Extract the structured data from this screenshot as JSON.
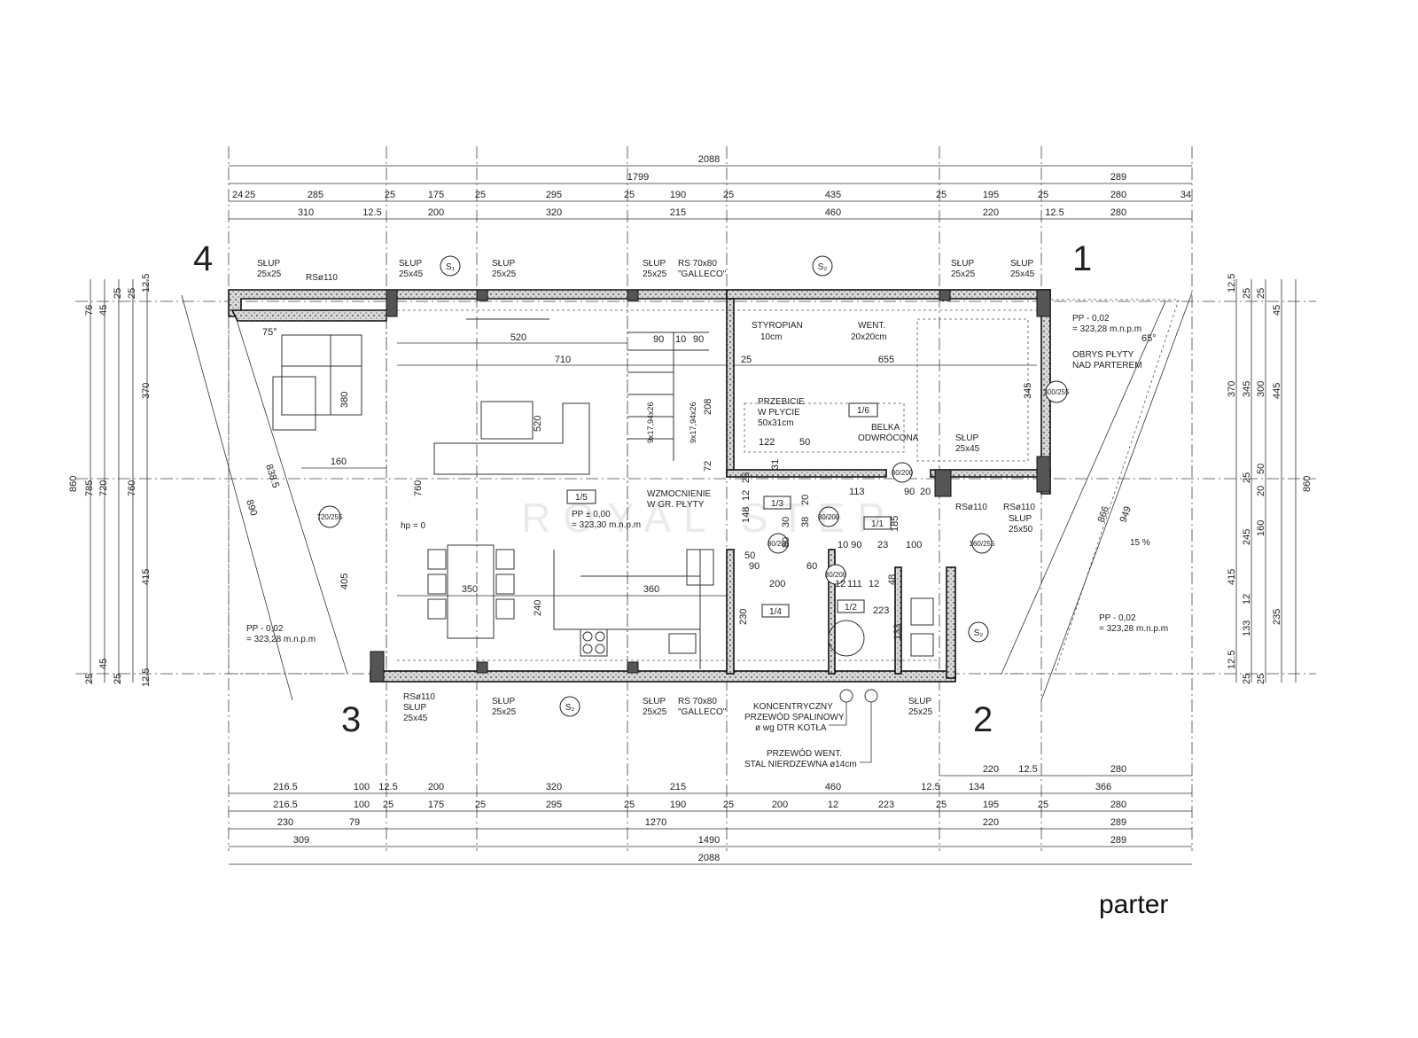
{
  "caption": "parter",
  "axis_labels": {
    "a1": "1",
    "a2": "2",
    "a3": "3",
    "a4": "4"
  },
  "top_dims": {
    "row1": [
      "2088"
    ],
    "row2": [
      "1799",
      "289"
    ],
    "row3": [
      "24",
      "25",
      "285",
      "25",
      "175",
      "25",
      "295",
      "25",
      "190",
      "25",
      "435",
      "25",
      "195",
      "25",
      "280",
      "34"
    ],
    "row4": [
      "310",
      "12.5",
      "200",
      "320",
      "215",
      "460",
      "220",
      "12.5",
      "280"
    ]
  },
  "bottom_dims": {
    "row1": [
      "220",
      "12.5",
      "280"
    ],
    "row2": [
      "216.5",
      "100",
      "12.5",
      "200",
      "320",
      "215",
      "460",
      "12.5",
      "134",
      "366"
    ],
    "row3": [
      "216.5",
      "100",
      "25",
      "175",
      "25",
      "295",
      "25",
      "190",
      "25",
      "200",
      "12",
      "223",
      "25",
      "195",
      "25",
      "280"
    ],
    "row4": [
      "230",
      "79",
      "1270",
      "220",
      "289"
    ],
    "row5": [
      "309",
      "1490",
      "289"
    ],
    "row6": [
      "2088"
    ]
  },
  "left_dims": [
    "12.5",
    "25",
    "25",
    "45",
    "76",
    "370",
    "860",
    "785",
    "720",
    "760",
    "415",
    "25",
    "45",
    "25",
    "12.5"
  ],
  "right_dims": [
    "12.5",
    "25",
    "25",
    "45",
    "370",
    "345",
    "300",
    "445",
    "25",
    "50",
    "20",
    "860",
    "245",
    "160",
    "415",
    "12",
    "133",
    "235",
    "12.5",
    "25",
    "25"
  ],
  "columns": [
    {
      "title": "SŁUP",
      "size": "25x25"
    },
    {
      "title": "SŁUP",
      "size": "25x45"
    },
    {
      "title": "SŁUP",
      "size": "25x25"
    },
    {
      "title": "SŁUP",
      "size": "25x25"
    },
    {
      "title": "SŁUP",
      "size": "25x25"
    },
    {
      "title": "SŁUP",
      "size": "25x45"
    },
    {
      "title": "SŁUP",
      "size": "25x45"
    },
    {
      "title": "SŁUP",
      "size": "25x25"
    },
    {
      "title": "SŁUP",
      "size": "25x25"
    },
    {
      "title": "SŁUP",
      "size": "25x25"
    },
    {
      "title": "SŁUP",
      "size": "25x45"
    },
    {
      "title": "SŁUP",
      "size": "25x50"
    }
  ],
  "rs_labels": {
    "rs110_tl": "RSø110",
    "rs110_bl": "RSø110",
    "rs110_r1": "RSø110",
    "rs110_r2": "RSø110",
    "rs7080_top": "RS 70x80",
    "galleco_top": "\"GALLECO\"",
    "rs7080_bot": "RS 70x80",
    "galleco_bot": "\"GALLECO\""
  },
  "section_marks": {
    "s1": "S₁",
    "s2a": "S₂",
    "s2b": "S₂",
    "s2c": "S₂"
  },
  "room_notes": {
    "styropian": "STYROPIAN",
    "styropian_sub": "10cm",
    "went": "WENT.",
    "went_sub": "20x20cm",
    "przebicie1": "PRZEBICIE",
    "przebicie2": "W PŁYCIE",
    "przebicie3": "50x31cm",
    "belka1": "BELKA",
    "belka2": "ODWRÓCONA",
    "wzmoc1": "WZMOCNIENIE",
    "wzmoc2": "W GR. PŁYTY",
    "obrys1": "OBRYS PŁYTY",
    "obrys2": "NAD PARTEREM",
    "pp_main1": "PP ± 0,00",
    "pp_main2": "= 323,30 m.n.p.m",
    "pp_l1": "PP - 0,02",
    "pp_l2": "= 323,28 m.n.p.m",
    "pp_tr1": "PP - 0,02",
    "pp_tr2": "= 323,28 m.n.p.m",
    "pp_br1": "PP - 0,02",
    "pp_br2": "= 323,28 m.n.p.m",
    "slope": "15 %",
    "hp": "hp = 0",
    "konc1": "KONCENTRYCZNY",
    "konc2": "PRZEWÓD SPALINOWY",
    "konc3": "ø wg DTR KOTŁA",
    "went2_1": "PRZEWÓD WENT.",
    "went2_2": "STAL NIERDZEWNA ø14cm"
  },
  "room_ids": {
    "r15": "1/5",
    "r16": "1/6",
    "r13": "1/3",
    "r11": "1/1",
    "r14": "1/4",
    "r12": "1/2"
  },
  "openings": {
    "o1": "720/255",
    "o2": "300/255",
    "o3": "80/200",
    "o4": "80/200",
    "o5": "80/200",
    "o6": "80/200",
    "o7": "160/255"
  },
  "inner_dims": {
    "d520a": "520",
    "d710": "710",
    "d655": "655",
    "d25a": "25",
    "d345": "345",
    "d380": "380",
    "d520b": "520",
    "d160": "160",
    "d760": "760",
    "d405": "405",
    "d350": "350",
    "d360": "360",
    "d240": "240",
    "d122": "122",
    "d50a": "50",
    "d113": "113",
    "d90a": "90",
    "d20a": "20",
    "d185": "185",
    "d100": "100",
    "d200": "200",
    "d90b": "90",
    "d60": "60",
    "d230": "230",
    "d223": "223",
    "d133": "133",
    "d72": "72",
    "d148": "148",
    "d12a": "12",
    "d25b": "25",
    "d90c": "90",
    "d10": "10",
    "d90d": "90",
    "d838": "838.5",
    "d890": "890",
    "d866": "866",
    "d949": "949",
    "d75": "75°",
    "d65": "65°",
    "stairs1": "9x17,94x26",
    "stairs2": "9x17,94x26",
    "d208": "208",
    "d111": "111",
    "d12b": "12",
    "d12c": "12",
    "d48": "48",
    "d38": "38",
    "d30": "30",
    "d80a": "80",
    "d50b": "50",
    "d20b": "20",
    "d23": "23",
    "d1090": "10 90",
    "d31": "31"
  },
  "watermark": "ROYAL STEP"
}
